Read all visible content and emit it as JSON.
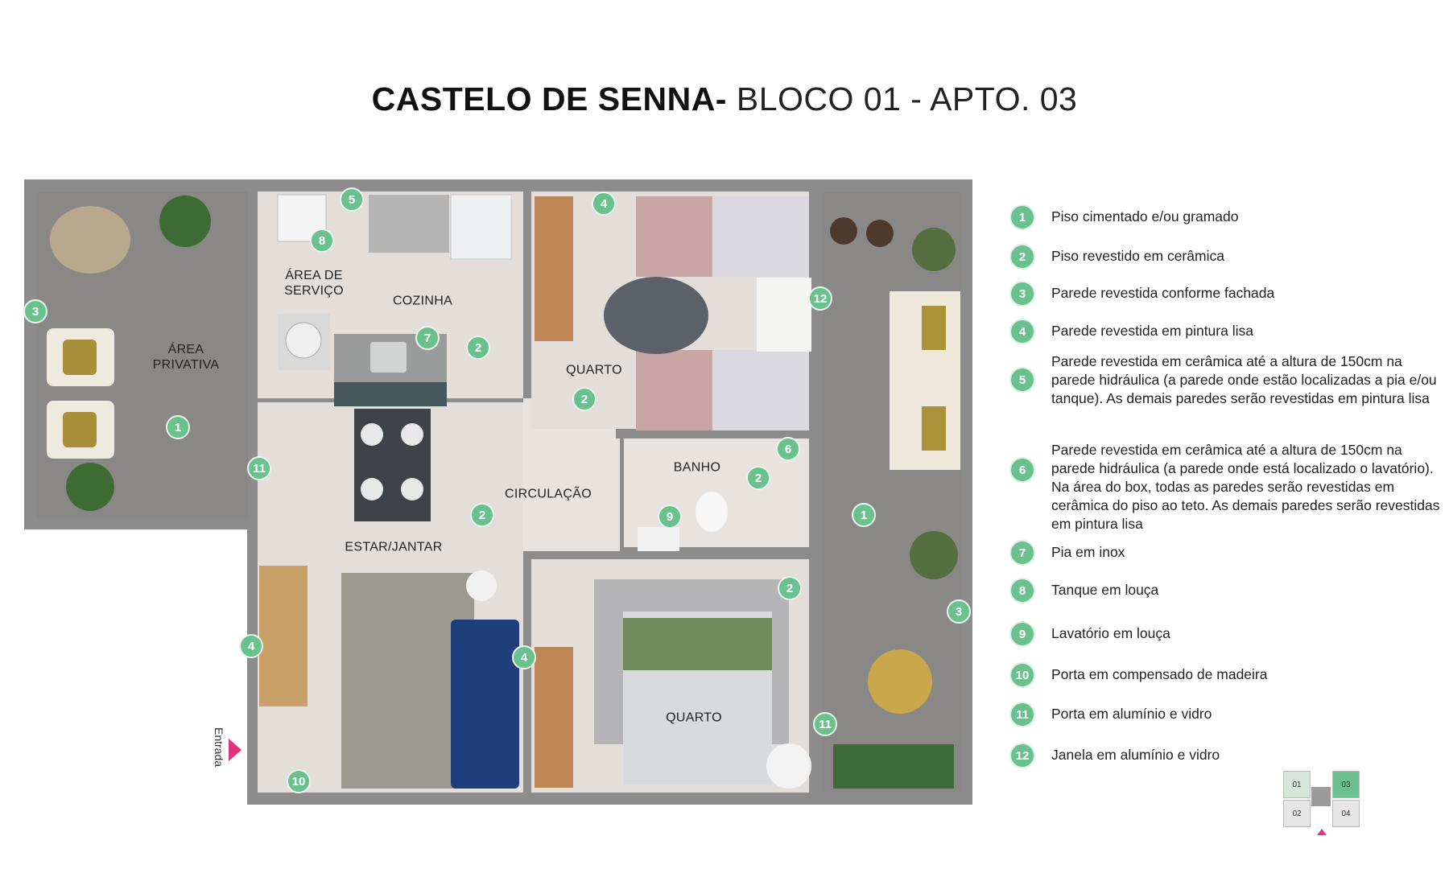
{
  "title": {
    "bold": "CASTELO DE SENNA-",
    "light": " BLOCO 01 - APTO. 03"
  },
  "rooms": {
    "area_privativa": "ÁREA\nPRIVATIVA",
    "area_servico": "ÁREA DE\nSERVIÇO",
    "cozinha": "COZINHA",
    "quarto_1": "QUARTO",
    "banho": "BANHO",
    "circulacao": "CIRCULAÇÃO",
    "estar_jantar": "ESTAR/JANTAR",
    "quarto_2": "QUARTO",
    "entrada": "Entrada"
  },
  "plan_badges": [
    "5",
    "4",
    "8",
    "3",
    "12",
    "7",
    "2",
    "1",
    "2",
    "6",
    "11",
    "2",
    "2",
    "9",
    "1",
    "2",
    "4",
    "3",
    "4",
    "11",
    "10"
  ],
  "legend": [
    {
      "num": "1",
      "text": "Piso cimentado e/ou gramado"
    },
    {
      "num": "2",
      "text": "Piso revestido em cerâmica"
    },
    {
      "num": "3",
      "text": "Parede revestida conforme fachada"
    },
    {
      "num": "4",
      "text": "Parede revestida em pintura lisa"
    },
    {
      "num": "5",
      "text": "Parede revestida em cerâmica até a altura de 150cm na parede hidráulica (a parede onde estão localizadas a pia e/ou tanque). As demais paredes serão revestidas em pintura lisa"
    },
    {
      "num": "6",
      "text": "Parede revestida em cerâmica até a altura de 150cm na parede hidráulica (a parede onde está localizado o lavatório). Na área do box, todas as paredes serão revestidas em cerâmica do piso ao teto. As demais paredes serão revestidas em pintura lisa"
    },
    {
      "num": "7",
      "text": "Pia em inox"
    },
    {
      "num": "8",
      "text": "Tanque em louça"
    },
    {
      "num": "9",
      "text": "Lavatório em louça"
    },
    {
      "num": "10",
      "text": "Porta em compensado de madeira"
    },
    {
      "num": "11",
      "text": "Porta em alumínio e vidro"
    },
    {
      "num": "12",
      "text": "Janela em alumínio e vidro"
    }
  ],
  "keyplan": {
    "a": "01",
    "b": "03",
    "c": "02",
    "d": "04",
    "highlight_color": "#6bc18e"
  },
  "colors": {
    "accent": "#6bc18e",
    "wall": "#8c8c8c",
    "grass": "#8a8886",
    "tile": "#e4dedb",
    "entrance_marker": "#e0337a"
  }
}
